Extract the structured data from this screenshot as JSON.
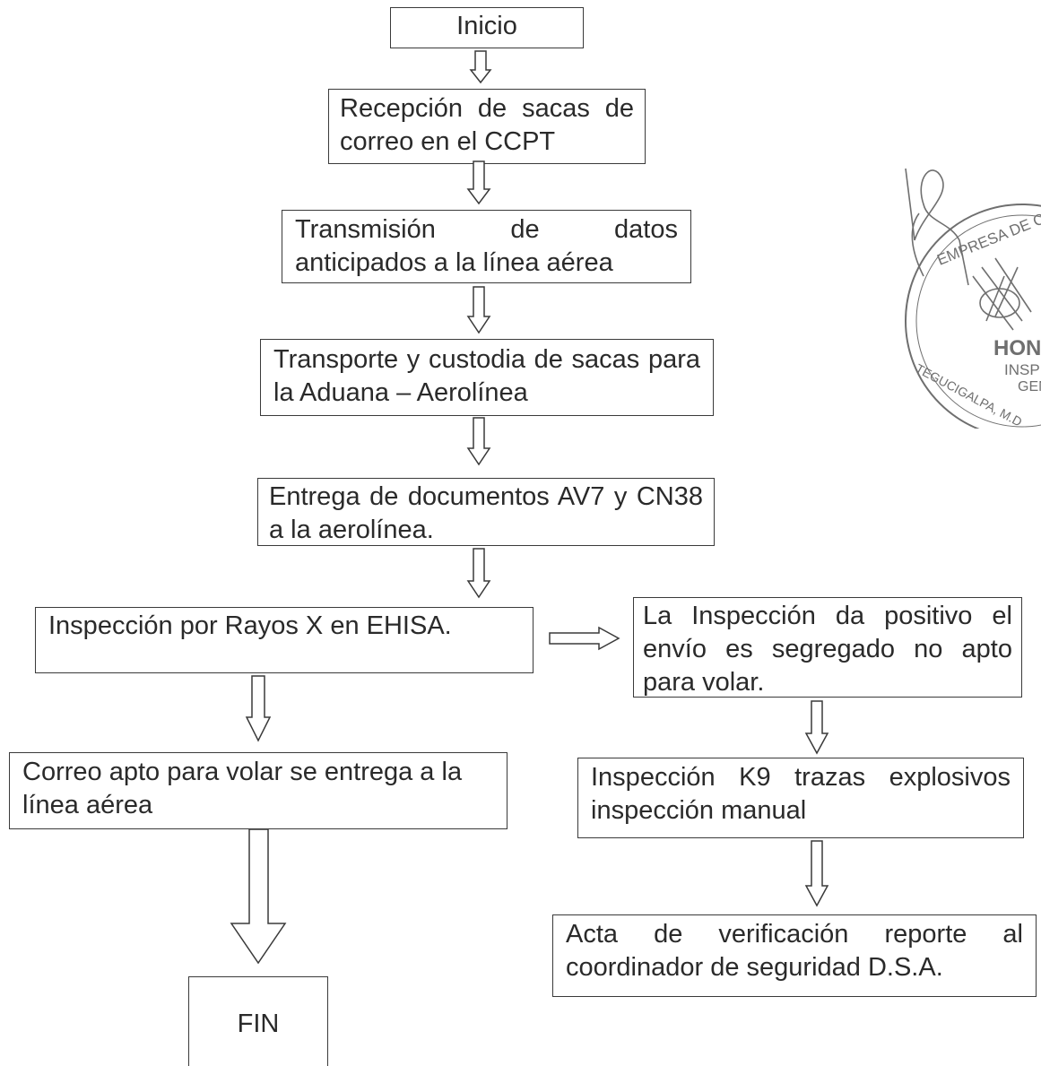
{
  "flowchart": {
    "start": "Inicio",
    "steps": [
      "Recepción de sacas de correo en el CCPT",
      "Transmisión de datos anticipados a la línea aérea",
      "Transporte y custodia de sacas para la Aduana – Aerolínea",
      "Entrega de documentos AV7 y CN38 a la aerolínea.",
      "Inspección por Rayos X en EHISA."
    ],
    "left_branch": {
      "deliver": "Correo apto para volar se entrega a la línea aérea",
      "end": "FIN"
    },
    "right_branch": {
      "positive": "La Inspección da positivo el envío es segregado no apto para volar.",
      "k9": "Inspección K9 trazas explosivos inspección manual",
      "report": "Acta de verificación reporte al coordinador de seguridad D.S.A."
    }
  },
  "stamp": {
    "lines": [
      "EMPRESA DE CO",
      "HONDU",
      "INSPEC",
      "GENE",
      "TEGUCIGALPA, M.D"
    ],
    "color": "#6f6f6f"
  }
}
